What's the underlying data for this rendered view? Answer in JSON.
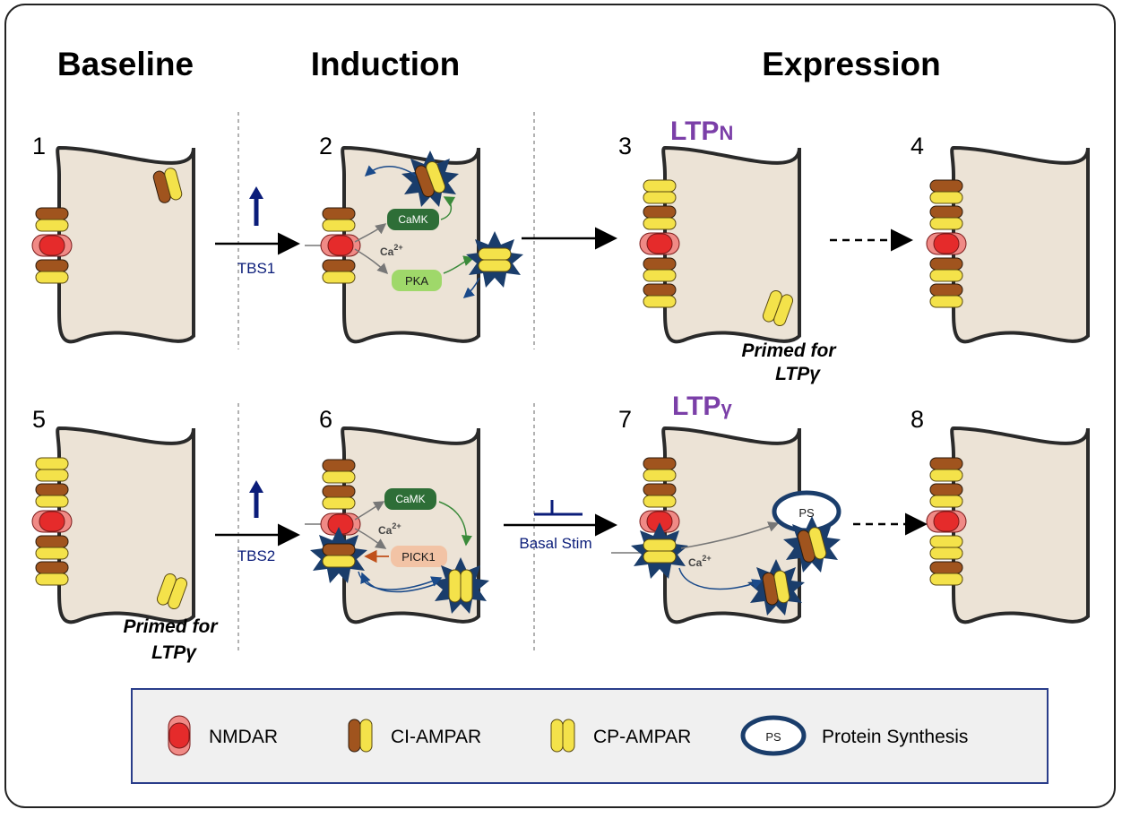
{
  "headers": {
    "baseline": "Baseline",
    "induction": "Induction",
    "expression": "Expression"
  },
  "panels": [
    "1",
    "2",
    "3",
    "4",
    "5",
    "6",
    "7",
    "8"
  ],
  "stimuli": {
    "tbs1": "TBS1",
    "tbs2": "TBS2",
    "basal": "Basal Stim"
  },
  "enzymes": {
    "camk": "CaMK",
    "pka": "PKA",
    "pick1": "PICK1",
    "ps": "PS"
  },
  "calcium": {
    "ion": "Ca",
    "charge": "2+"
  },
  "ltp_n": {
    "main": "LTP",
    "sub": "N"
  },
  "ltp_g": {
    "main": "LTP",
    "sub": "γ"
  },
  "primed": {
    "line1": "Primed for",
    "line2": "LTPγ"
  },
  "legend": {
    "nmdar": "NMDAR",
    "ci_ampar": "CI-AMPAR",
    "cp_ampar": "CP-AMPAR",
    "ps": "PS",
    "protein_synthesis": "Protein Synthesis"
  },
  "colors": {
    "spine_fill": "#ece3d6",
    "nmdar": "#e52b2b",
    "ci_ampar": "#a0541e",
    "cp_ampar": "#f4e24a",
    "star": "#1a3d6b",
    "camk": "#2e6e37",
    "pka": "#9fd86a",
    "pick1": "#f2c3a5",
    "ltp": "#7b3fa8",
    "stim": "#0b1d7a"
  }
}
